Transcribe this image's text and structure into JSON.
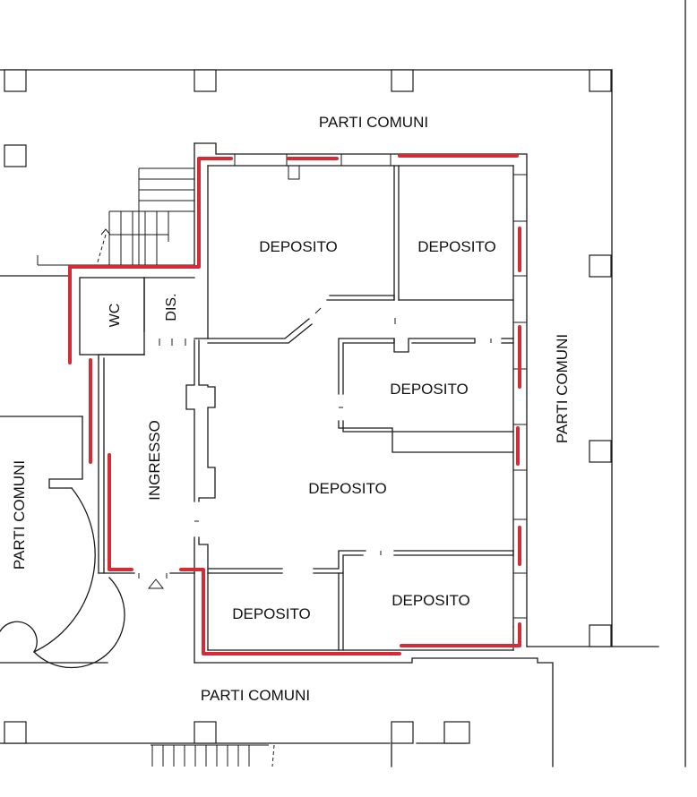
{
  "labels": {
    "parti_comuni_top": "PARTI COMUNI",
    "parti_comuni_right": "PARTI COMUNI",
    "parti_comuni_left": "PARTI COMUNI",
    "parti_comuni_bottom": "PARTI COMUNI",
    "deposito_1": "DEPOSITO",
    "deposito_2": "DEPOSITO",
    "deposito_3": "DEPOSITO",
    "deposito_4": "DEPOSITO",
    "deposito_5": "DEPOSITO",
    "deposito_6": "DEPOSITO",
    "wc": "WC",
    "dis": "DIS.",
    "ingresso": "INGRESSO"
  },
  "colors": {
    "boundary": "#d62a35",
    "walls": "#1a1a1a"
  }
}
